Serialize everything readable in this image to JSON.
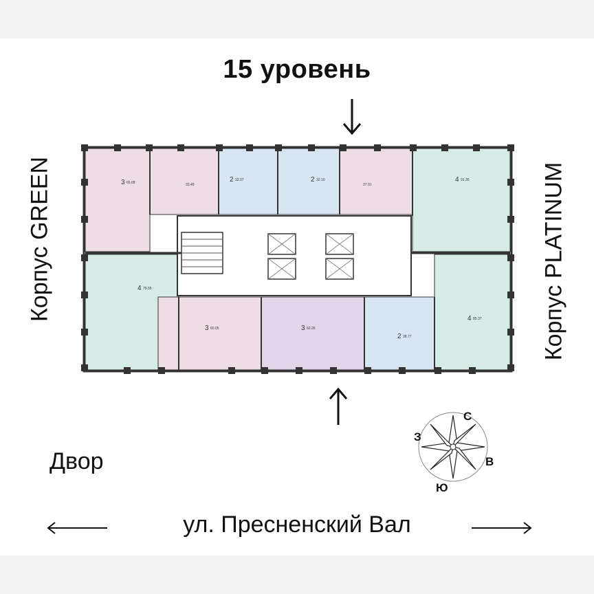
{
  "title": "15 уровень",
  "left_building": "Корпус GREEN",
  "right_building": "Корпус PLATINUM",
  "courtyard": "Двор",
  "street": "ул. Пресненский Вал",
  "compass": {
    "north": "С",
    "west": "З",
    "east": "В",
    "south": "Ю"
  },
  "colors": {
    "pink": "#efdde6",
    "blue": "#d8e6f4",
    "teal": "#d4ebe6",
    "purple": "#e2d5ea",
    "walls": "#333333"
  },
  "units": [
    {
      "id": "u1",
      "rooms": "3",
      "area": "65.68",
      "color": "pink"
    },
    {
      "id": "u2",
      "rooms": "",
      "area": "33.49",
      "color": "pink"
    },
    {
      "id": "u3",
      "rooms": "2",
      "area": "32.07",
      "color": "blue"
    },
    {
      "id": "u4",
      "rooms": "2",
      "area": "32.10",
      "color": "blue"
    },
    {
      "id": "u5",
      "rooms": "",
      "area": "37.91",
      "color": "pink"
    },
    {
      "id": "u6",
      "rooms": "4",
      "area": "91.35",
      "color": "teal"
    },
    {
      "id": "u7",
      "rooms": "4",
      "area": "79.55",
      "color": "teal"
    },
    {
      "id": "u8",
      "rooms": "3",
      "area": "60.05",
      "color": "pink"
    },
    {
      "id": "u9",
      "rooms": "3",
      "area": "62.26",
      "color": "purple"
    },
    {
      "id": "u10",
      "rooms": "2",
      "area": "38.77",
      "color": "blue"
    },
    {
      "id": "u11",
      "rooms": "4",
      "area": "85.37",
      "color": "teal"
    }
  ]
}
